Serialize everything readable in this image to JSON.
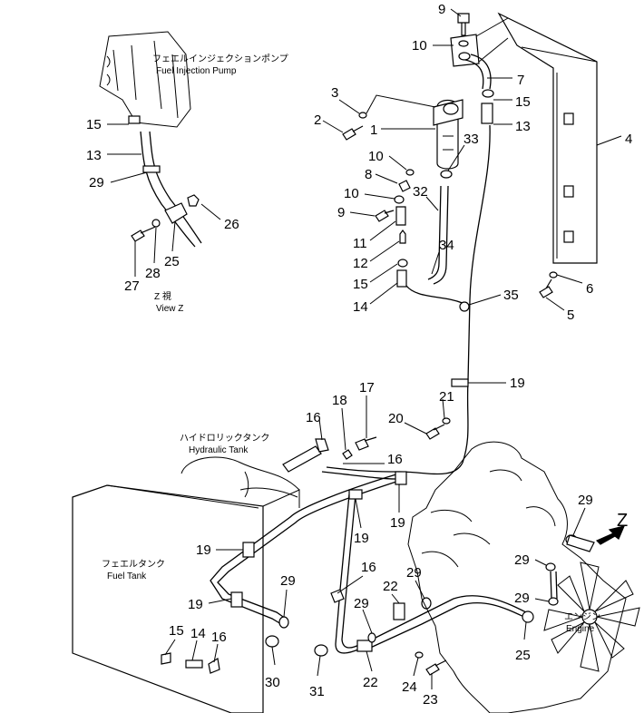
{
  "labels": {
    "fuel_injection_pump_jp": "フェエルインジェクションポンプ",
    "fuel_injection_pump_en": "Fuel Injection Pump",
    "view_z_jp": "Z 視",
    "view_z_en": "View Z",
    "hydraulic_tank_jp": "ハイドロリックタンク",
    "hydraulic_tank_en": "Hydraulic Tank",
    "fuel_tank_jp": "フェエルタンク",
    "fuel_tank_en": "Fuel Tank",
    "engine_jp": "エンジン",
    "engine_en": "Engine",
    "z_marker": "Z"
  },
  "callouts": {
    "c9a": "9",
    "c10a": "10",
    "c7": "7",
    "c3": "3",
    "c15a": "15",
    "c2": "2",
    "c1": "1",
    "c13a": "13",
    "c4": "4",
    "c10b": "10",
    "c33": "33",
    "c8": "8",
    "c10c": "10",
    "c32": "32",
    "c9b": "9",
    "c11": "11",
    "c34": "34",
    "c12": "12",
    "c15b": "15",
    "c14a": "14",
    "c35": "35",
    "c6": "6",
    "c5": "5",
    "c15c": "15",
    "c13b": "13",
    "c29a": "29",
    "c26": "26",
    "c27": "27",
    "c28": "28",
    "c25a": "25",
    "c19a": "19",
    "c21": "21",
    "c17": "17",
    "c18": "18",
    "c16a": "16",
    "c20": "20",
    "c16b": "16",
    "c19b": "19",
    "c19c": "19",
    "c29b": "29",
    "c19d": "19",
    "c29c": "29",
    "c16c": "16",
    "c22a": "22",
    "c29d": "29",
    "c29e": "29",
    "c29f": "29",
    "c19e": "19",
    "c15d": "15",
    "c14b": "14",
    "c16d": "16",
    "c30": "30",
    "c31": "31",
    "c22b": "22",
    "c24": "24",
    "c23": "23",
    "c25b": "25",
    "c29g": "29"
  }
}
